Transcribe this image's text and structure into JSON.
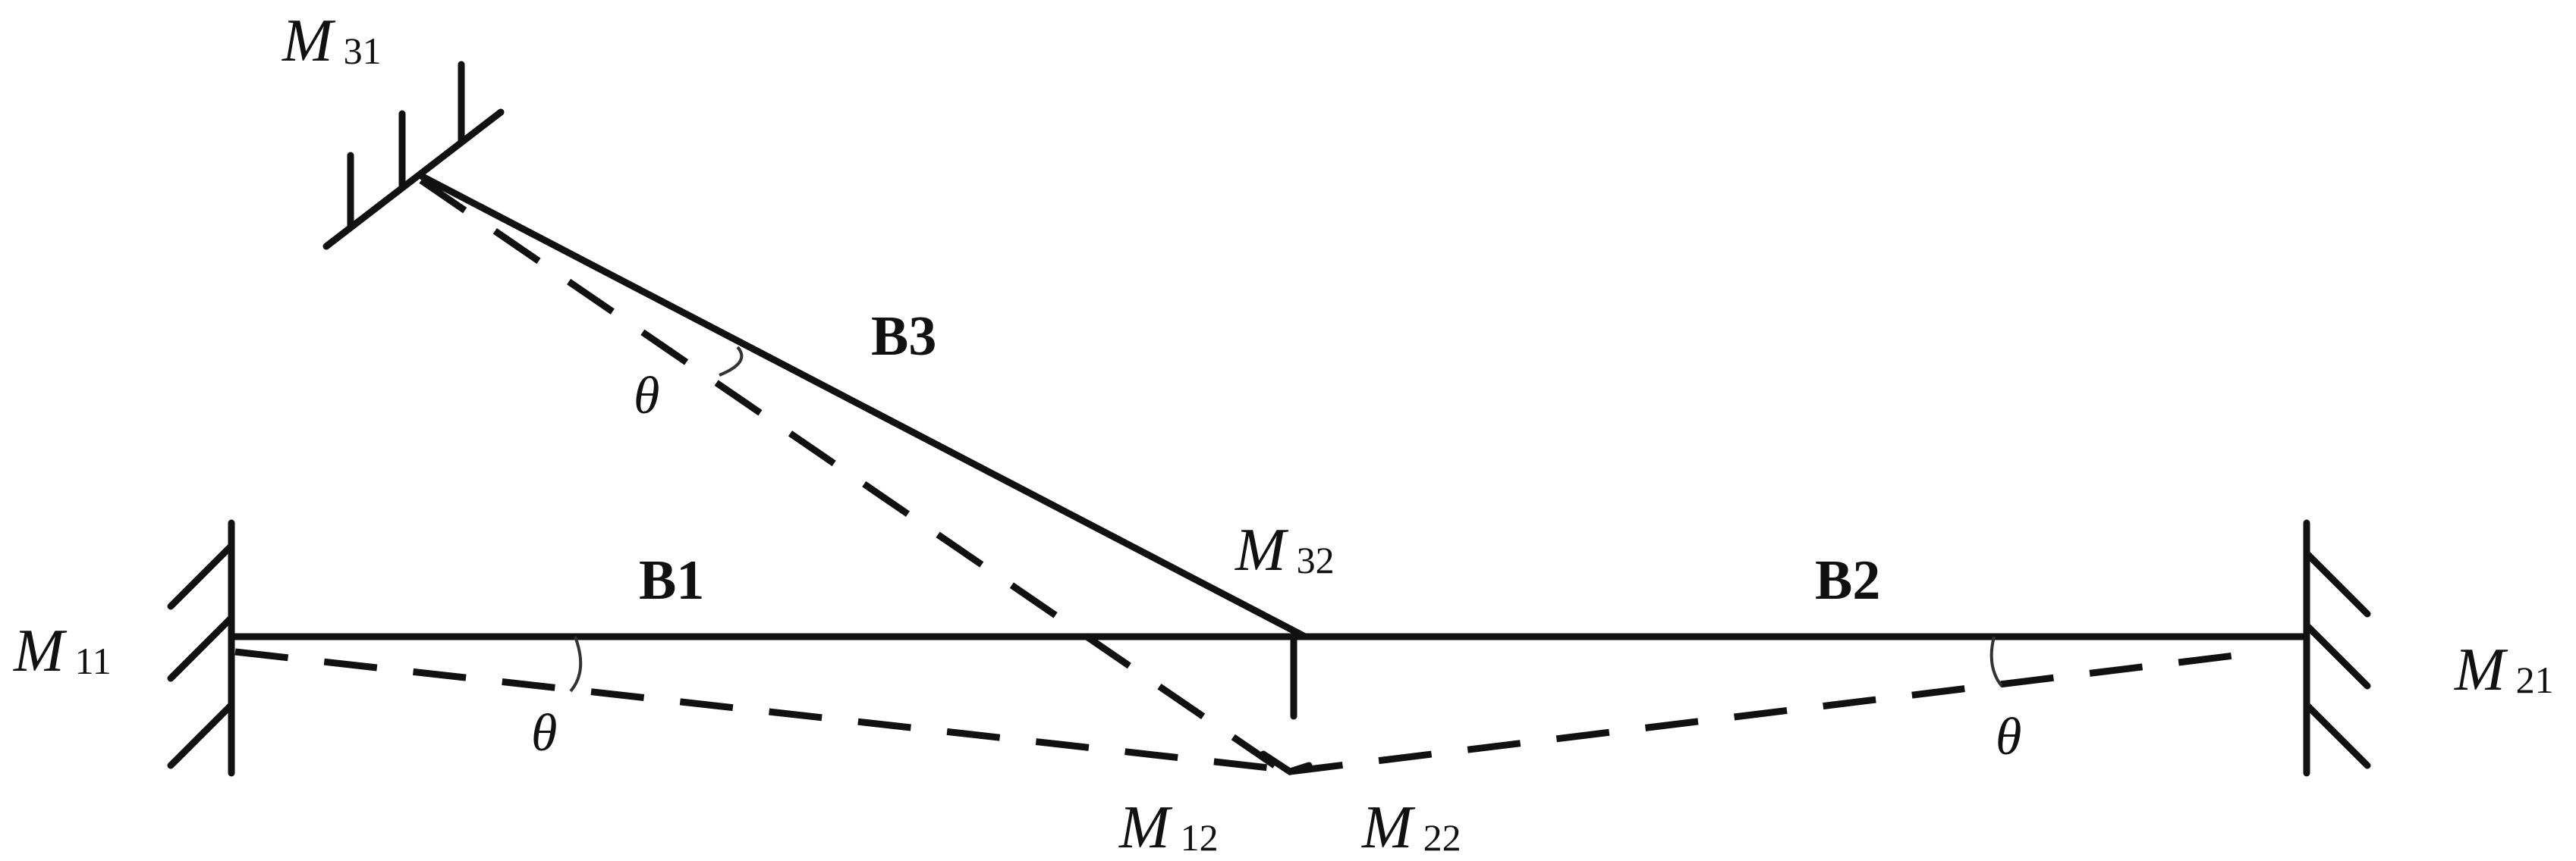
{
  "diagram": {
    "labels": {
      "M31": {
        "main": "M",
        "sub": "31"
      },
      "M11": {
        "main": "M",
        "sub": "11"
      },
      "M21": {
        "main": "M",
        "sub": "21"
      },
      "M32": {
        "main": "M",
        "sub": "32"
      },
      "M12": {
        "main": "M",
        "sub": "12"
      },
      "M22": {
        "main": "M",
        "sub": "22"
      }
    },
    "beams": {
      "b1": "B1",
      "b2": "B2",
      "b3": "B3"
    },
    "angles": {
      "theta_b3": "θ",
      "theta_b1": "θ",
      "theta_b2": "θ"
    }
  }
}
